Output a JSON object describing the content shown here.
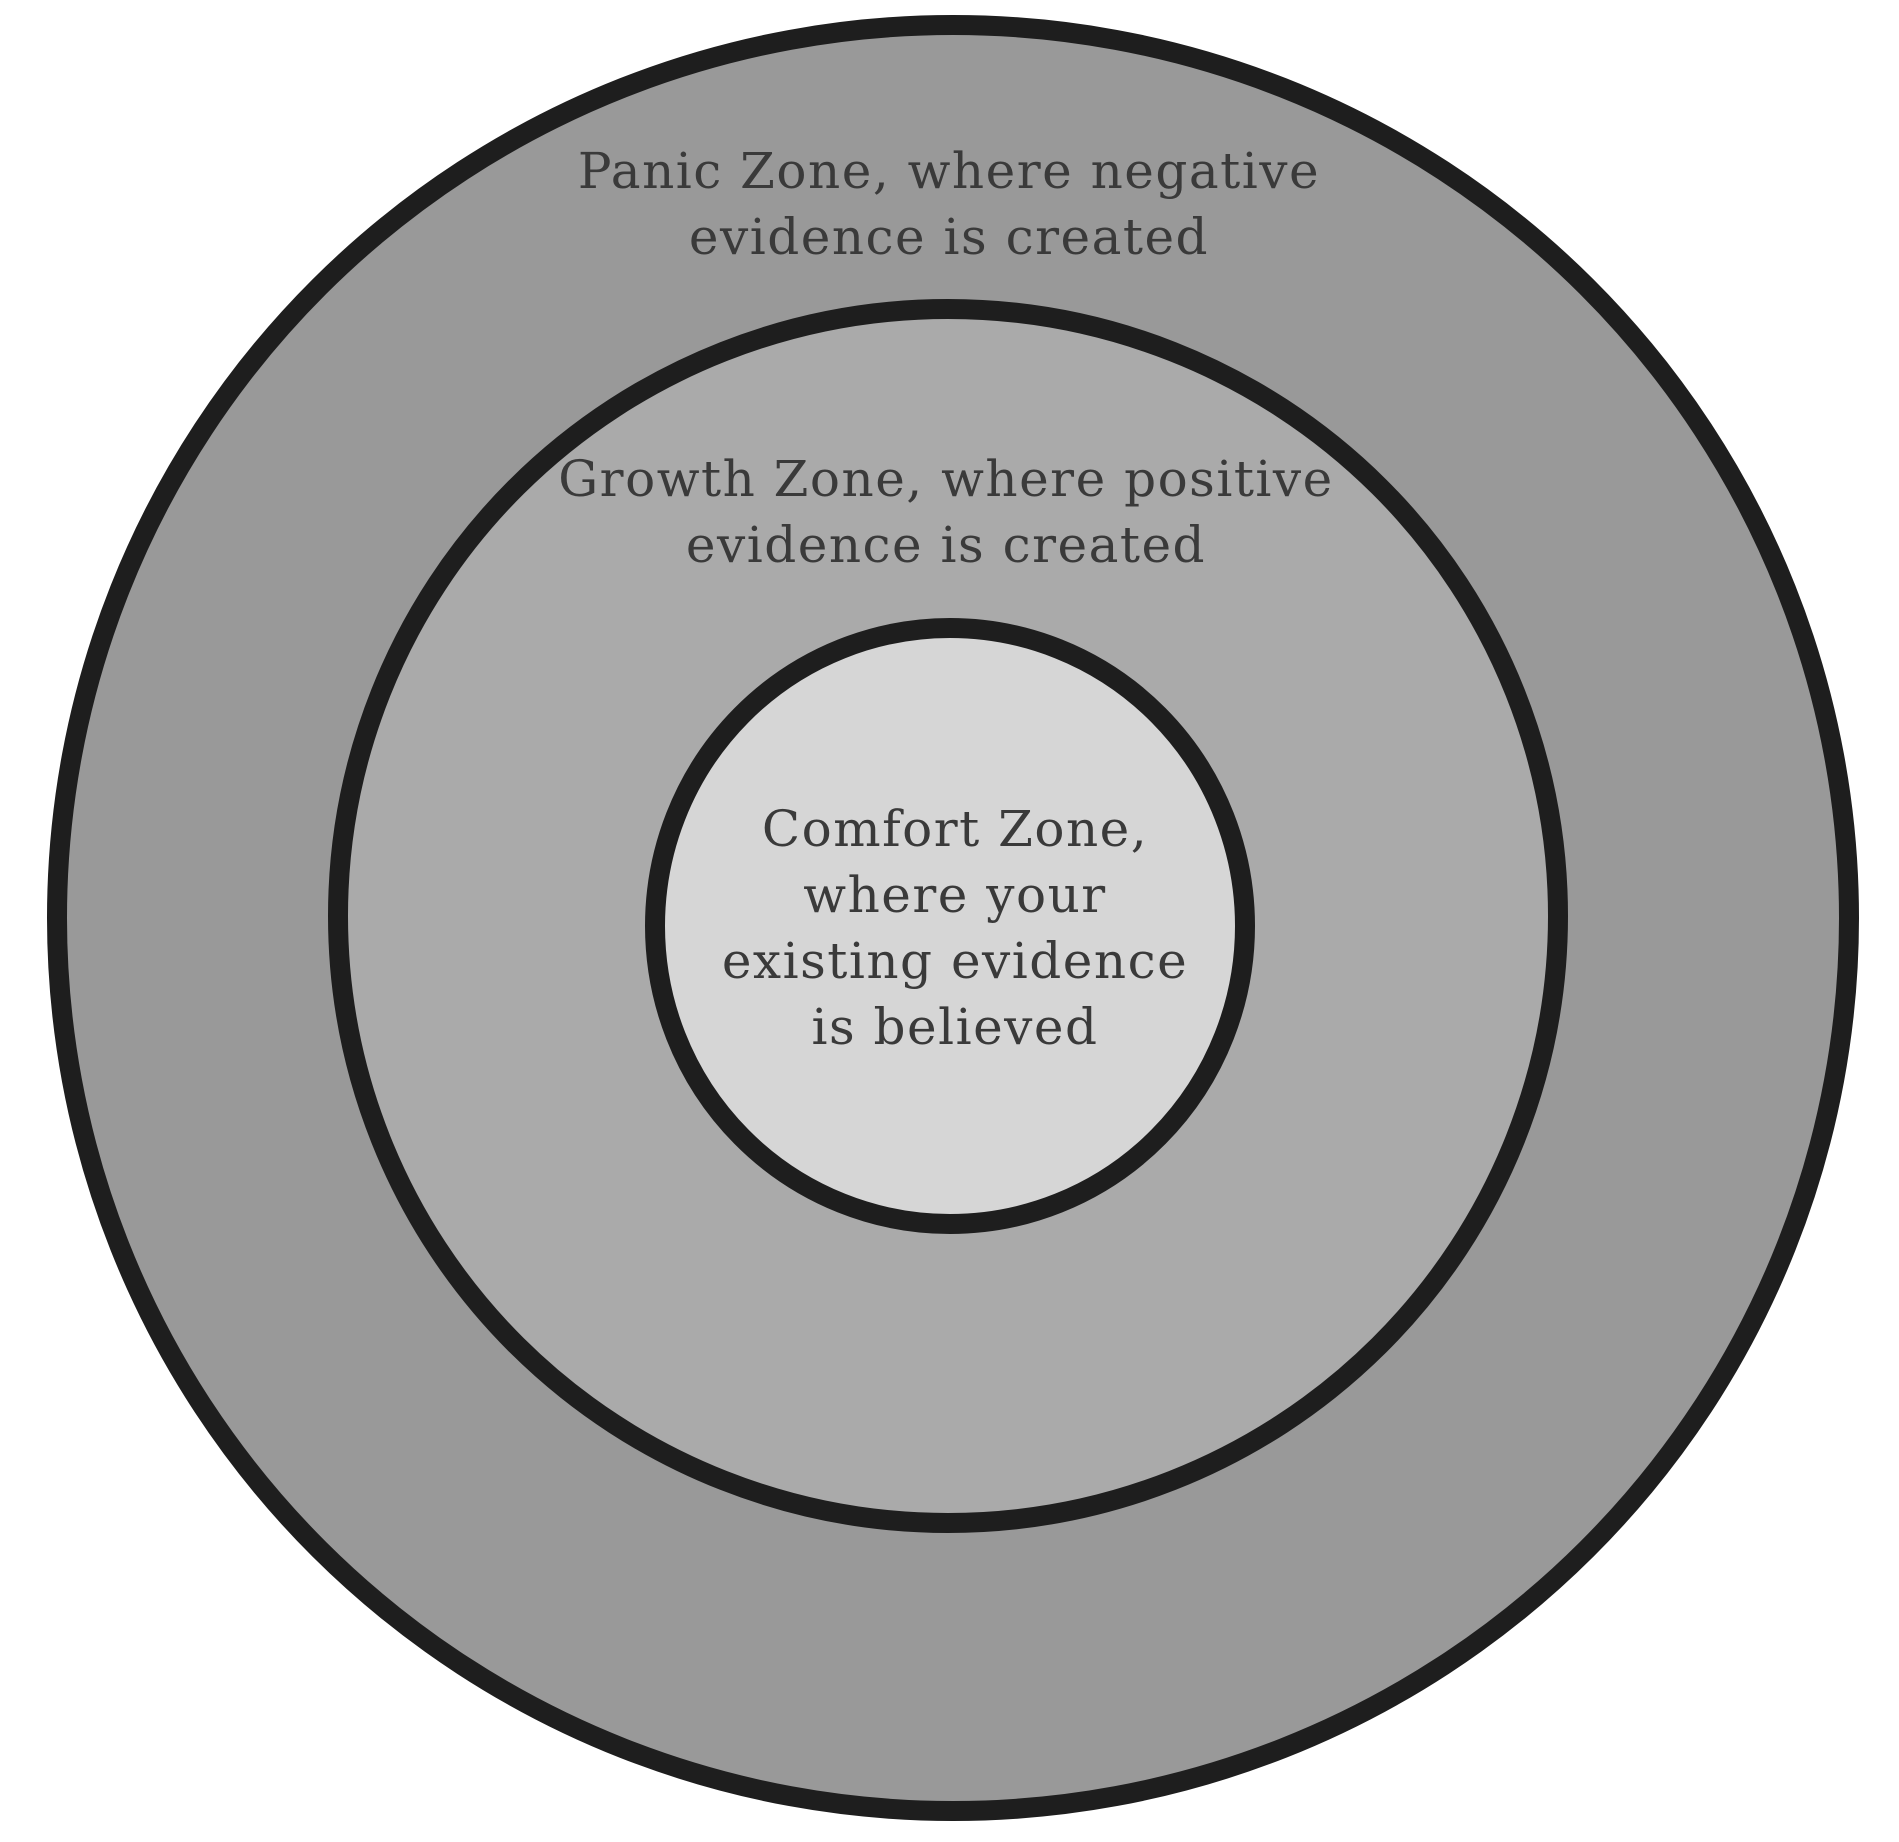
{
  "diagram": {
    "colors": {
      "outer_ring_fill": "#999999",
      "middle_ring_fill": "#aaaaaa",
      "inner_circle_fill": "#d6d6d6",
      "outline": "#1e1e1e",
      "text": "#3a3a3a",
      "background": "#ffffff"
    },
    "zones": [
      {
        "id": "panic",
        "lines": [
          "Panic Zone, where negative",
          "evidence is created"
        ]
      },
      {
        "id": "growth",
        "lines": [
          "Growth Zone, where positive",
          "evidence is created"
        ]
      },
      {
        "id": "comfort",
        "lines": [
          "Comfort Zone,",
          "where your",
          "existing evidence",
          "is believed"
        ]
      }
    ]
  }
}
